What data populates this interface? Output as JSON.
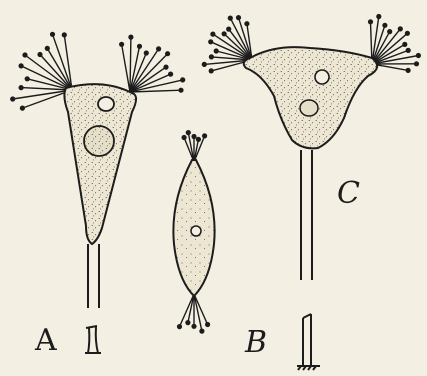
{
  "figure": {
    "labels": {
      "a": "A",
      "b": "B",
      "c": "C"
    },
    "colors": {
      "background": "#f3efe2",
      "ink": "#1c1c1c",
      "cell_fill": "#ece6d2"
    }
  }
}
